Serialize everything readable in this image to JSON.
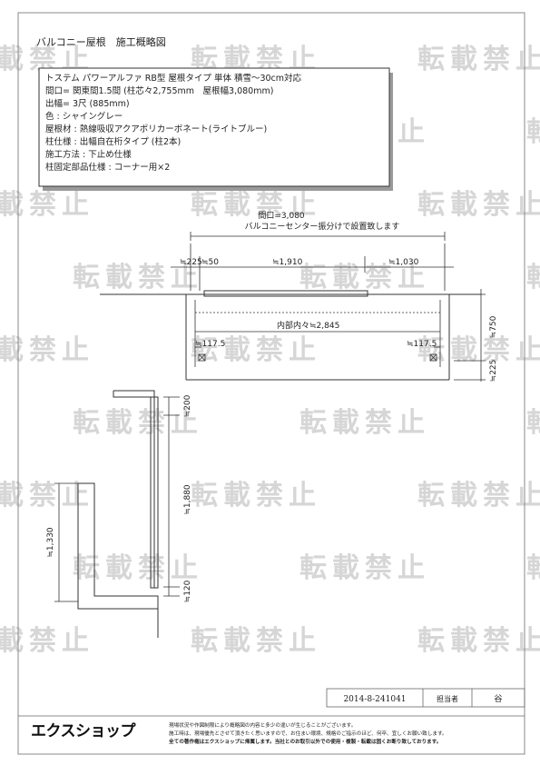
{
  "title": "バルコニー屋根　施工概略図",
  "spec": {
    "lines": [
      "トステム パワーアルファ RB型 屋根タイプ 単体 積雪～30cm対応",
      "間口= 関東間1.5間 (柱芯々2,755mm　屋根幅3,080mm)",
      "出幅= 3尺 (885mm)",
      "色 :  シャイングレー",
      "屋根材 :  熱線吸収アクアポリカーボネート(ライトブルー)",
      "柱仕様 :  出幅自在桁タイプ (柱2本)",
      "施工方法 :  下止め仕様",
      "柱固定部品仕様 :  コーナー用×2"
    ]
  },
  "plan": {
    "width_label": "間口=3,080",
    "note": "バルコニーセンター振分けで設置致します",
    "dim_left": "≒225",
    "dim_50": "≒50",
    "dim_mid": "≒1,910",
    "dim_right": "≒1,030",
    "inner_label": "内部内々≒2,845",
    "offset_left": "≒117.5",
    "offset_right": "≒117.5",
    "depth_label": "≒750",
    "depth_bottom": "≒225"
  },
  "section": {
    "dim_top": "≒200",
    "dim_mid": "≒1,880",
    "dim_bottom": "≒120",
    "dim_left": "≒1,330"
  },
  "watermark_text": "転載禁止",
  "footer": {
    "doc_number": "2014-8-241041",
    "assignee_label": "担当者",
    "assignee": "谷",
    "company": "エクスショップ",
    "notes": [
      "現場状況や作図制限により概略図の内容と多少の違いが生じることがございます。",
      "施工時は、現場優先とさせて頂きたく思いますので、お住まい環境、規格のご指示のほど、何卒、宜しくお願い致します。",
      "全ての著作権はエクスショップに帰属します。当社とのお取引以外での使用・複製・転載は固くお断り致しております。"
    ]
  }
}
